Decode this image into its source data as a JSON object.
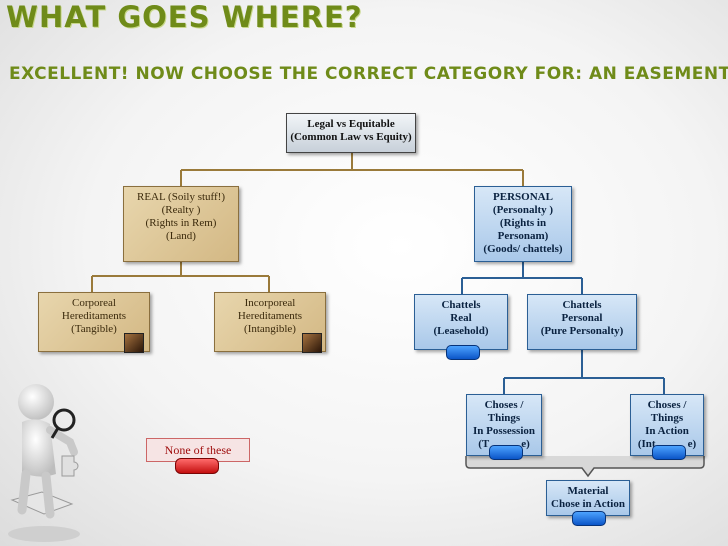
{
  "title": "What goes where?",
  "subtitle": "Excellent! Now choose the correct category for: An Easement",
  "nodes": {
    "root": [
      "Legal vs Equitable",
      "(Common Law vs Equity)"
    ],
    "real": [
      "REAL (Soily stuff!)",
      "(Realty )",
      "(Rights in Rem)",
      "(Land)"
    ],
    "personal": [
      "PERSONAL",
      "(Personalty )",
      "(Rights in",
      "Personam)",
      "(Goods/ chattels)"
    ],
    "corporeal": [
      "Corporeal",
      "Hereditaments",
      "(Tangible)"
    ],
    "incorporeal": [
      "Incorporeal",
      "Hereditaments",
      "(Intangible)"
    ],
    "chattels_real": [
      "Chattels",
      "Real",
      "(Leasehold)"
    ],
    "chattels_personal": [
      "Chattels",
      "Personal",
      "(Pure Personalty)"
    ],
    "choses_possession": [
      "Choses /",
      "Things",
      "In Possession",
      "(T",
      "e)"
    ],
    "choses_action": [
      "Choses /",
      "Things",
      "In Action",
      "(Int",
      "e)"
    ],
    "material": [
      "Material",
      "Chose in Action"
    ]
  },
  "none_button": "None of these",
  "colors": {
    "title_green": "#6f8b19",
    "none_red": "#a01010",
    "link_blue": "#2b5f95"
  }
}
